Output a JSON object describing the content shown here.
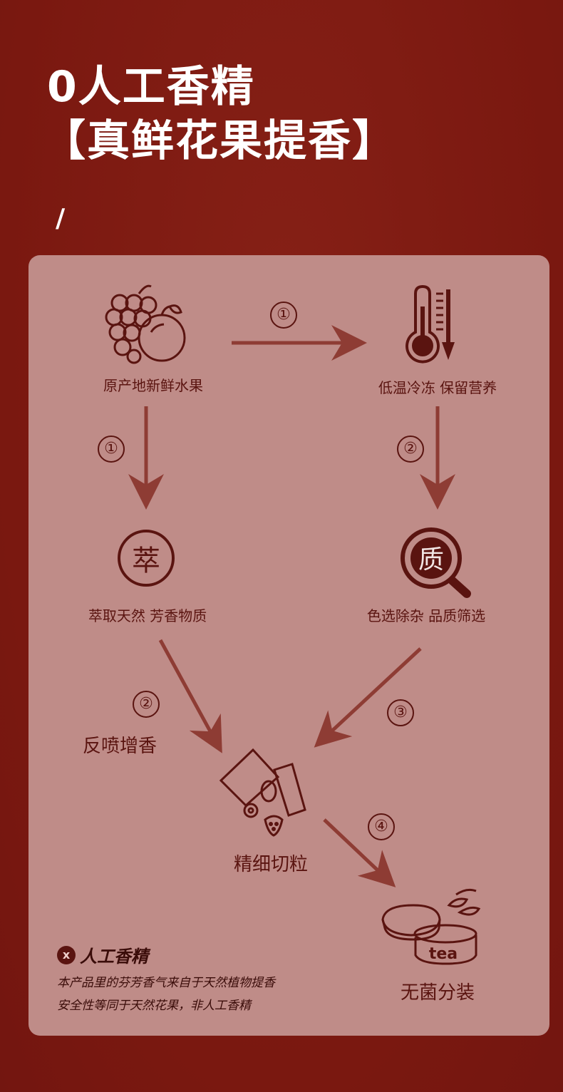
{
  "title": {
    "line1": "0人工香精",
    "line2": "【真鲜花果提香】",
    "slash": "/"
  },
  "nodes": {
    "fruit": "原产地新鲜水果",
    "cold": "低温冷冻 保留营养",
    "extract": "萃取天然 芳香物质",
    "extract_icon_text": "萃",
    "select": "色选除杂 品质筛选",
    "select_icon_text": "质",
    "spray": "反喷增香",
    "cut": "精细切粒",
    "pack": "无菌分装",
    "tea_can_text": "tea"
  },
  "steps": {
    "fruit_to_cold": "①",
    "fruit_to_extract": "①",
    "cold_to_select": "②",
    "extract_to_cut": "②",
    "select_to_cut": "③",
    "cut_to_pack": "④"
  },
  "note": {
    "badge": "x",
    "heading": "人工香精",
    "line1": "本产品里的芬芳香气来自于天然植物提香",
    "line2": "安全性等同于天然花果，非人工香精"
  },
  "colors": {
    "background": "#7e1a12",
    "panel": "#bf8c88",
    "icon": "#5a1410",
    "arrow": "#8e3c34"
  }
}
